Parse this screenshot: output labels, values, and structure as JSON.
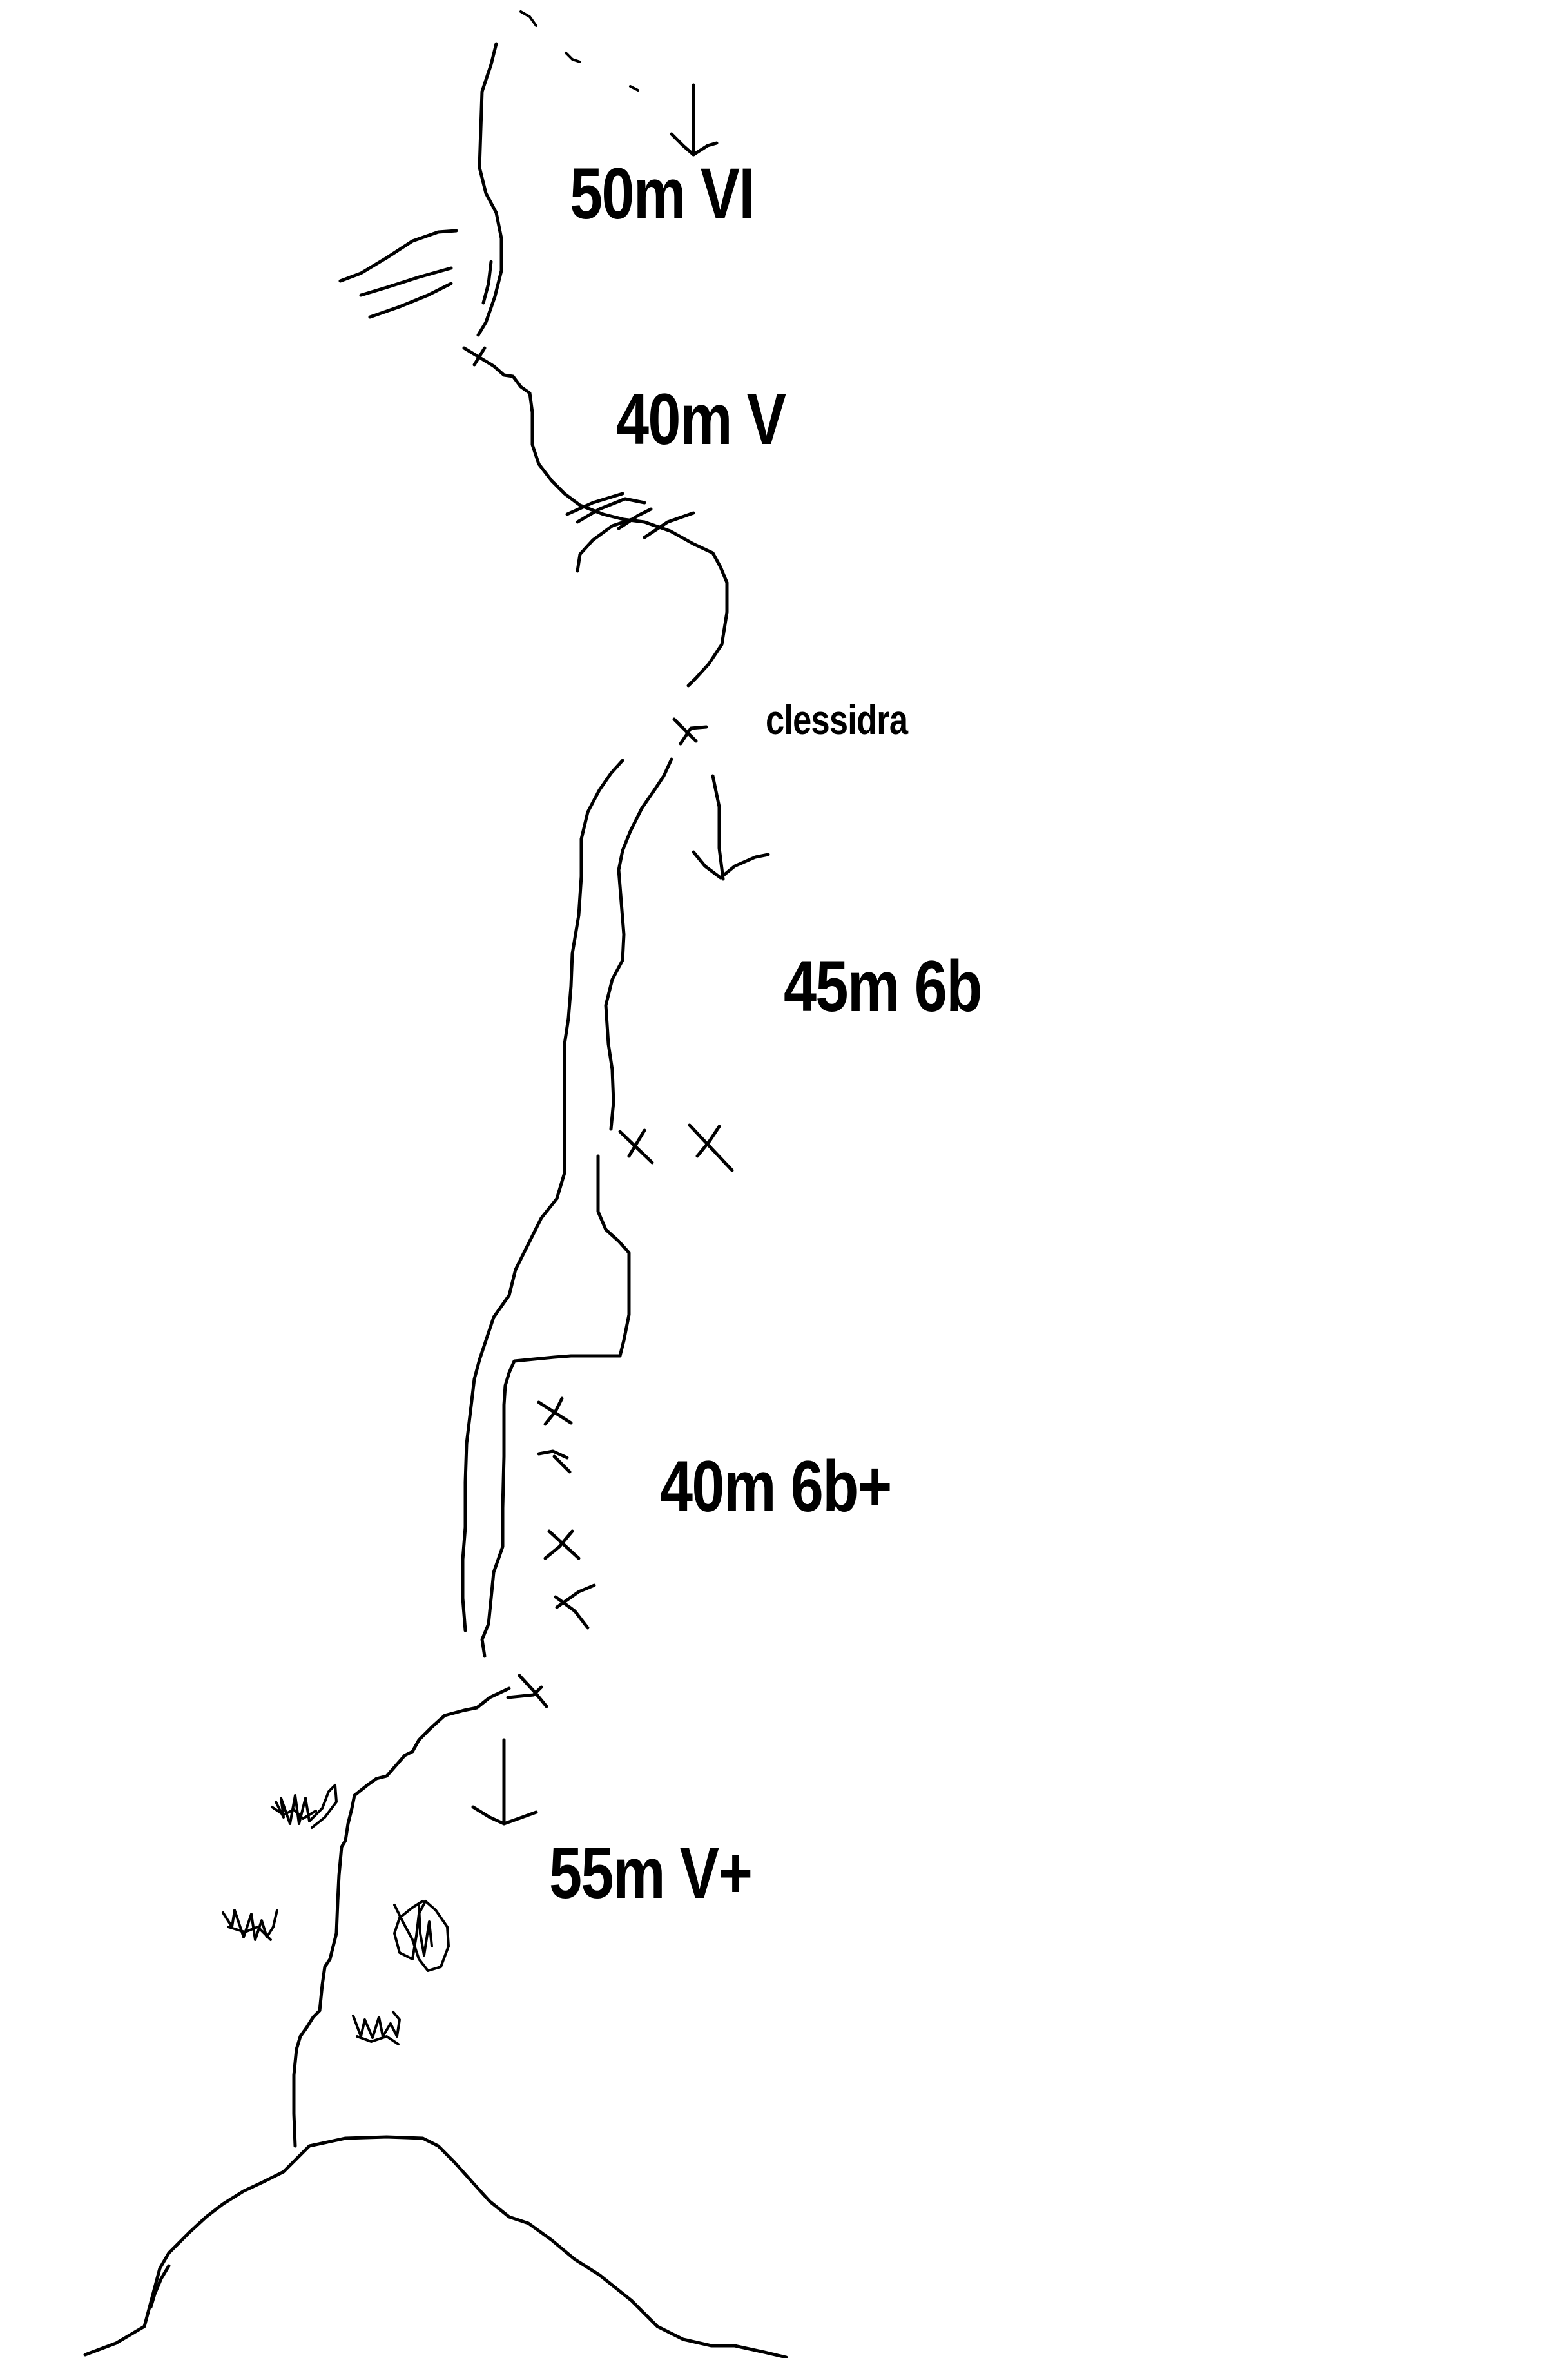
{
  "pitches": [
    {
      "grade": "50m VI"
    },
    {
      "grade": "40m V"
    },
    {
      "grade": "45m 6b"
    },
    {
      "grade": "40m 6b+"
    },
    {
      "grade": "55m V+"
    }
  ],
  "notes": [
    {
      "text": "clessidra"
    }
  ],
  "colors": {
    "ink": "#000000",
    "background": "#ffffff"
  }
}
